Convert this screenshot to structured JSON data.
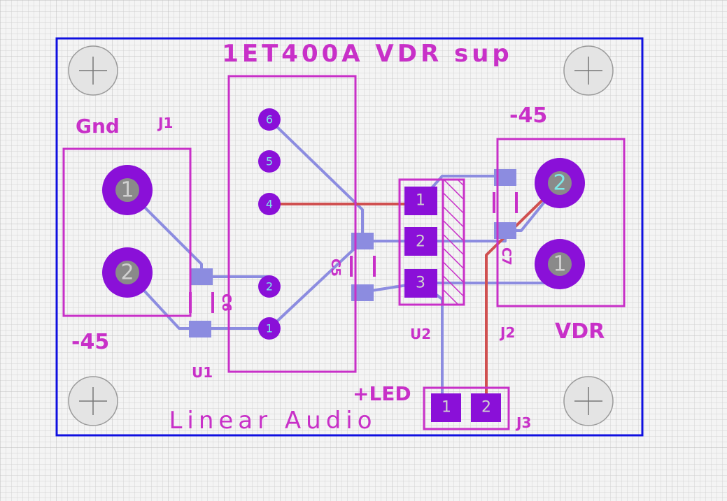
{
  "board": {
    "title": "1ET400A VDR sup",
    "footer": "Linear Audio",
    "outline_color": "#1010e0",
    "silkscreen_color": "#c830c8",
    "pad_color": "#8a10d8",
    "bottom_trace_color": "#8c8ce0",
    "top_trace_color": "#d05050"
  },
  "labels": {
    "gnd": "Gnd",
    "j1": "J1",
    "j1_neg": "-45",
    "u1": "U1",
    "j2_neg": "-45",
    "vdr": "VDR",
    "j2": "J2",
    "u2": "U2",
    "led": "+LED",
    "j3": "J3",
    "c5": "C5",
    "c6": "C6",
    "c7": "C7"
  },
  "pads": {
    "j1_1": "1",
    "j1_2": "2",
    "u1_6": "6",
    "u1_5": "5",
    "u1_4": "4",
    "u1_2": "2",
    "u1_1": "1",
    "u2_1": "1",
    "u2_2": "2",
    "u2_3": "3",
    "j2_2": "2",
    "j2_1": "1",
    "j3_1": "1",
    "j3_2": "2"
  }
}
